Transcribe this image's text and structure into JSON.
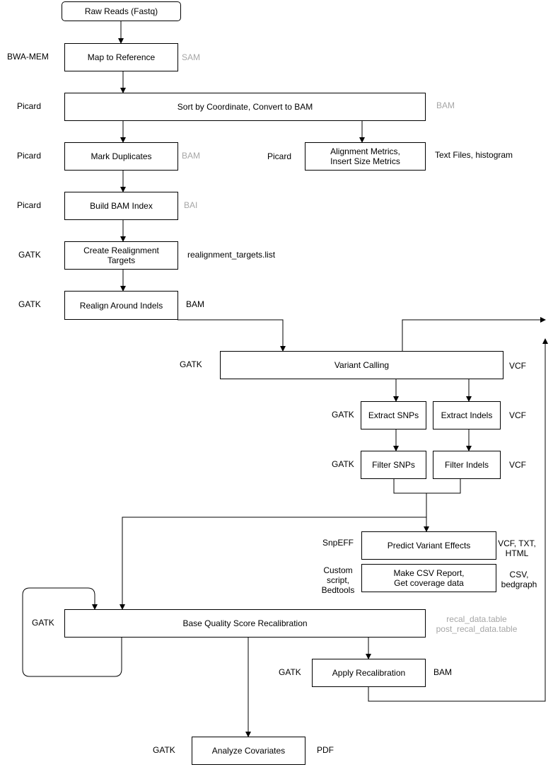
{
  "nodes": {
    "raw_reads": "Raw Reads (Fastq)",
    "map_to_reference": "Map to Reference",
    "sort_convert": "Sort by Coordinate, Convert to BAM",
    "mark_duplicates": "Mark Duplicates",
    "alignment_metrics": "Alignment Metrics,\nInsert Size Metrics",
    "build_bam_index": "Build BAM Index",
    "create_realignment": "Create Realignment\nTargets",
    "realign_indels": "Realign Around Indels",
    "variant_calling": "Variant Calling",
    "extract_snps": "Extract SNPs",
    "extract_indels": "Extract Indels",
    "filter_snps": "Filter SNPs",
    "filter_indels": "Filter Indels",
    "predict_effects": "Predict Variant Effects",
    "csv_report": "Make CSV Report,\nGet coverage data",
    "bqsr": "Base Quality Score Recalibration",
    "apply_recal": "Apply Recalibration",
    "analyze_covariates": "Analyze Covariates"
  },
  "tools": {
    "bwa_mem": "BWA-MEM",
    "picard_sort": "Picard",
    "picard_mark": "Picard",
    "picard_metrics": "Picard",
    "picard_index": "Picard",
    "gatk_realign_targets": "GATK",
    "gatk_realign": "GATK",
    "gatk_variant": "GATK",
    "gatk_extract": "GATK",
    "gatk_filter": "GATK",
    "snpeff": "SnpEFF",
    "custom": "Custom\nscript,\nBedtools",
    "gatk_bqsr": "GATK",
    "gatk_apply": "GATK",
    "gatk_analyze": "GATK"
  },
  "outputs": {
    "sam": "SAM",
    "bam_sort": "BAM",
    "bam_mark": "BAM",
    "text_files": "Text Files, histogram",
    "bai": "BAI",
    "realign_list": "realignment_targets.list",
    "bam_realign": "BAM",
    "vcf_variant": "VCF",
    "vcf_extract": "VCF",
    "vcf_filter": "VCF",
    "vcf_txt_html": "VCF, TXT,\nHTML",
    "csv_bedgraph": "CSV,\nbedgraph",
    "recal_tables": "recal_data.table\npost_recal_data.table",
    "bam_apply": "BAM",
    "pdf": "PDF"
  },
  "colors": {
    "line": "#000000",
    "muted_output": "#a6a6a6"
  }
}
